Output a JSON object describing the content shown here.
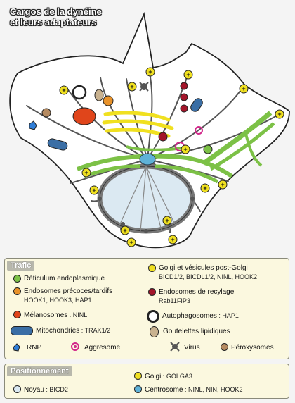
{
  "title": {
    "line1": "Cargos de la dynéine",
    "line2": "et leurs adaptateurs"
  },
  "colors": {
    "er": "#7cc146",
    "endosome": "#e8922a",
    "melanosome": "#e0451b",
    "golgi": "#f0e020",
    "recycling": "#a3152a",
    "mito": "#3a6ea5",
    "lipid": "#c9b28f",
    "peroxisome": "#b58a60",
    "aggresome": "#d2278a",
    "virus": "#555555",
    "nucleus": "#dbe9f2",
    "centrosome": "#5fb2d8"
  },
  "trafic": {
    "header": "Trafic",
    "er": "Réticulum endoplasmique",
    "endo_line1": "Endosomes précoces/tardifs",
    "endo_line2": "HOOK1, HOOK3, HAP1",
    "melano_name": "Mélanosomes",
    "melano_adapter": " : NINL",
    "mito_name": "Mitochondries",
    "mito_adapter": " : TRAK1/2",
    "rnp": "RNP",
    "aggresome": "Aggresome",
    "golgi_line1": "Golgi et vésicules post-Golgi",
    "golgi_line2": "BICD1/2, BICDL1/2, NINL, HOOK2",
    "recyc_line1": "Endosomes de recylage",
    "recyc_line2": "Rab11FIP3",
    "autophago_name": "Autophagosomes",
    "autophago_adapter": " : HAP1",
    "lipid": "Goutelettes lipidiques",
    "virus": "Virus",
    "peroxisomes": "Péroxysomes"
  },
  "positionnement": {
    "header": "Positionnement",
    "golgi_name": "Golgi",
    "golgi_adapter": " : GOLGA3",
    "noyau_name": "Noyau",
    "noyau_adapter": " : BICD2",
    "centro_name": "Centrosome",
    "centro_adapter": " : NINL, NIN, HOOK2"
  }
}
